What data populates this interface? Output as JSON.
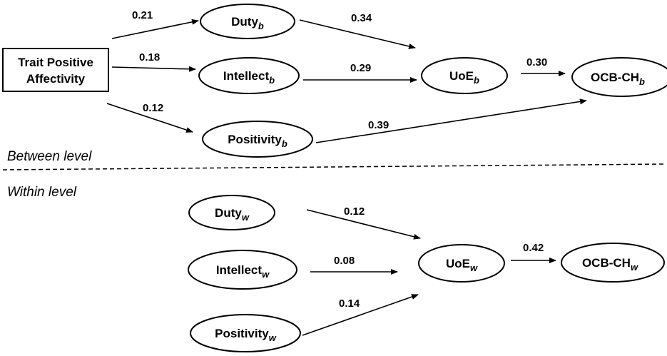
{
  "levels": {
    "between": "Between level",
    "within": "Within level"
  },
  "nodes": {
    "tpa": {
      "line1": "Trait Positive",
      "line2": "Affectivity"
    },
    "duty_b": {
      "label": "Duty",
      "sub": "b"
    },
    "intellect_b": {
      "label": "Intellect",
      "sub": "b"
    },
    "positivity_b": {
      "label": "Positivity",
      "sub": "b"
    },
    "uoe_b": {
      "label": "UoE",
      "sub": "b"
    },
    "ocb_b": {
      "label": "OCB-CH",
      "sub": "b"
    },
    "duty_w": {
      "label": "Duty",
      "sub": "w"
    },
    "intellect_w": {
      "label": "Intellect",
      "sub": "w"
    },
    "positivity_w": {
      "label": "Positivity",
      "sub": "w"
    },
    "uoe_w": {
      "label": "UoE",
      "sub": "w"
    },
    "ocb_w": {
      "label": "OCB-CH",
      "sub": "w"
    }
  },
  "paths": {
    "tpa_duty_b": "0.21",
    "tpa_intellect_b": "0.18",
    "tpa_positivity_b": "0.12",
    "duty_b_uoe_b": "0.34",
    "intellect_b_uoe_b": "0.29",
    "positivity_b_ocb_b": "0.39",
    "uoe_b_ocb_b": "0.30",
    "duty_w_uoe_w": "0.12",
    "intellect_w_uoe_w": "0.08",
    "positivity_w_uoe_w": "0.14",
    "uoe_w_ocb_w": "0.42"
  }
}
